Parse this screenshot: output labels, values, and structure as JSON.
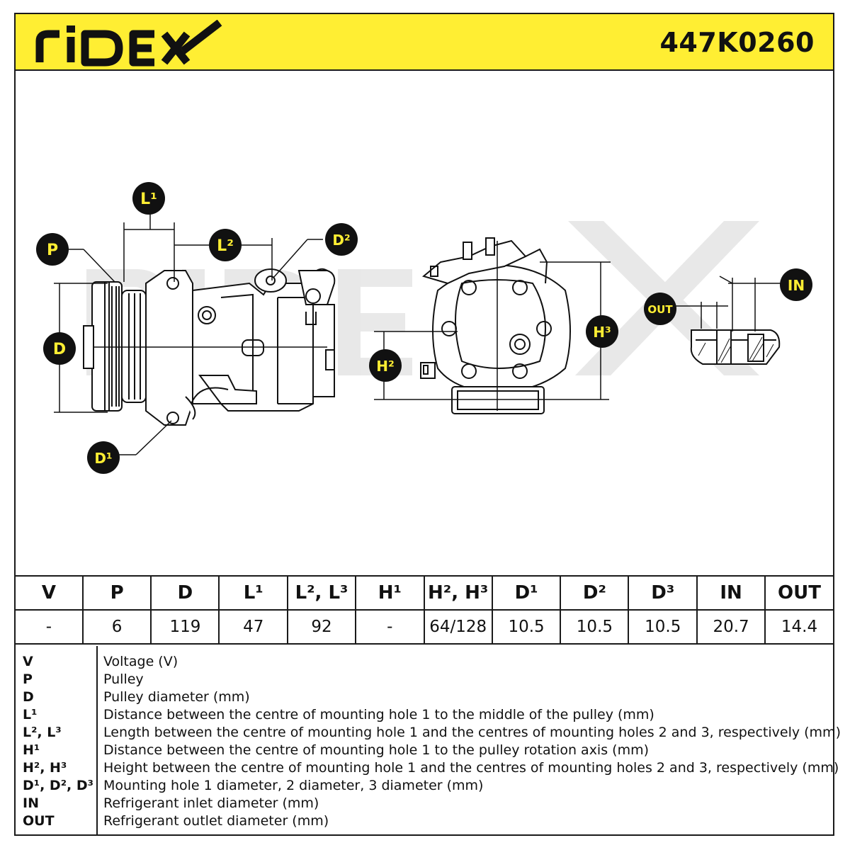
{
  "header": {
    "brand": "RIDEX",
    "part_number": "447K0260",
    "background_color": "#ffee33"
  },
  "drawing": {
    "watermark": "RIDEX",
    "callouts": {
      "L1": "L¹",
      "L2": "L²",
      "P": "P",
      "D": "D",
      "D1": "D¹",
      "D2": "D²",
      "H2": "H²",
      "H3": "H³",
      "OUT": "OUT",
      "IN": "IN"
    }
  },
  "specs": {
    "headers": [
      "V",
      "P",
      "D",
      "L¹",
      "L², L³",
      "H¹",
      "H², H³",
      "D¹",
      "D²",
      "D³",
      "IN",
      "OUT"
    ],
    "values": [
      "-",
      "6",
      "119",
      "47",
      "92",
      "-",
      "64/128",
      "10.5",
      "10.5",
      "10.5",
      "20.7",
      "14.4"
    ]
  },
  "legend": [
    {
      "key": "V",
      "text": "Voltage (V)"
    },
    {
      "key": "P",
      "text": "Pulley"
    },
    {
      "key": "D",
      "text": "Pulley diameter (mm)"
    },
    {
      "key": "L¹",
      "text": "Distance between the centre of mounting hole 1 to the middle of the pulley (mm)"
    },
    {
      "key": "L², L³",
      "text": "Length between the centre of mounting hole 1 and the centres of mounting holes 2 and 3, respectively (mm)"
    },
    {
      "key": "H¹",
      "text": "Distance between the centre of mounting hole 1 to the pulley rotation axis (mm)"
    },
    {
      "key": "H², H³",
      "text": "Height between the centre of mounting hole 1 and the centres of mounting holes 2 and 3, respectively (mm)"
    },
    {
      "key": "D¹, D², D³",
      "text": "Mounting hole 1 diameter, 2 diameter, 3 diameter (mm)"
    },
    {
      "key": "IN",
      "text": "Refrigerant inlet diameter (mm)"
    },
    {
      "key": "OUT",
      "text": "Refrigerant outlet diameter (mm)"
    }
  ]
}
